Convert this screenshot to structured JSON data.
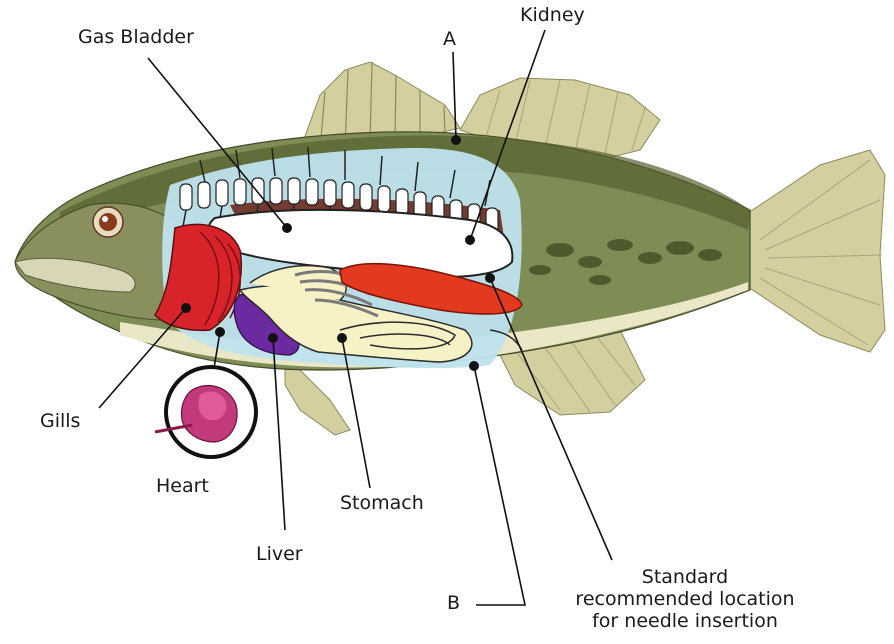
{
  "labels": {
    "gas_bladder": "Gas Bladder",
    "a": "A",
    "kidney": "Kidney",
    "gills": "Gills",
    "heart": "Heart",
    "stomach": "Stomach",
    "liver": "Liver",
    "b": "B",
    "standard_line1": "Standard",
    "standard_line2": "recommended location",
    "standard_line3": "for needle insertion"
  },
  "colors": {
    "body": "#7e8c55",
    "back": "#56612f",
    "belly": "#e9e7c6",
    "fin": "#d3cf9f",
    "cavity": "#bfe3ee",
    "gas_bladder": "#ffffff",
    "kidney": "#6b2a1c",
    "gills": "#d8232a",
    "liver": "#6b2aa0",
    "stomach": "#f7f1c6",
    "gonad": "#e2391f",
    "heart": "#c23a7a"
  }
}
